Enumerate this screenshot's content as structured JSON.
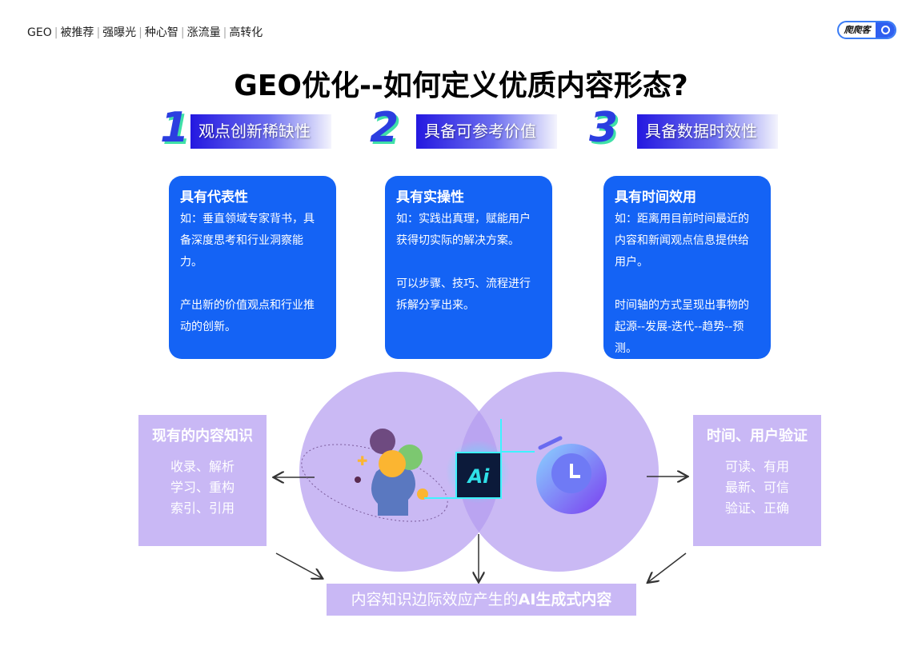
{
  "tagline": [
    "GEO",
    "被推荐",
    "强曝光",
    "种心智",
    "涨流量",
    "高转化"
  ],
  "logo": "爬爬客",
  "title": "GEO优化--如何定义优质内容形态?",
  "pillars": [
    {
      "num": "1",
      "head": "观点创新稀缺性",
      "card_title": "具有代表性",
      "p1": "如：垂直领域专家背书，具备深度思考和行业洞察能力。",
      "p2": "产出新的价值观点和行业推动的创新。"
    },
    {
      "num": "2",
      "head": "具备可参考价值",
      "card_title": "具有实操性",
      "p1": "如：实践出真理，赋能用户获得切实际的解决方案。",
      "p2": "可以步骤、技巧、流程进行拆解分享出来。"
    },
    {
      "num": "3",
      "head": "具备数据时效性",
      "card_title": "具有时间效用",
      "p1": "如：距离用目前时间最近的内容和新闻观点信息提供给用户。",
      "p2": "时间轴的方式呈现出事物的起源--发展-迭代--趋势--预测。"
    }
  ],
  "left_box": {
    "title": "现有的内容知识",
    "lines": [
      "收录、解析",
      "学习、重构",
      "索引、引用"
    ]
  },
  "right_box": {
    "title": "时间、用户验证",
    "lines": [
      "可读、有用",
      "最新、可信",
      "验证、正确"
    ]
  },
  "center_icon": "Ai",
  "bottom": {
    "pre": "内容知识边际效应产生的",
    "bold": "AI生成式内容"
  },
  "colors": {
    "card": "#1463f5",
    "box": "#c9b8f5",
    "circle": "#b49bf0"
  }
}
